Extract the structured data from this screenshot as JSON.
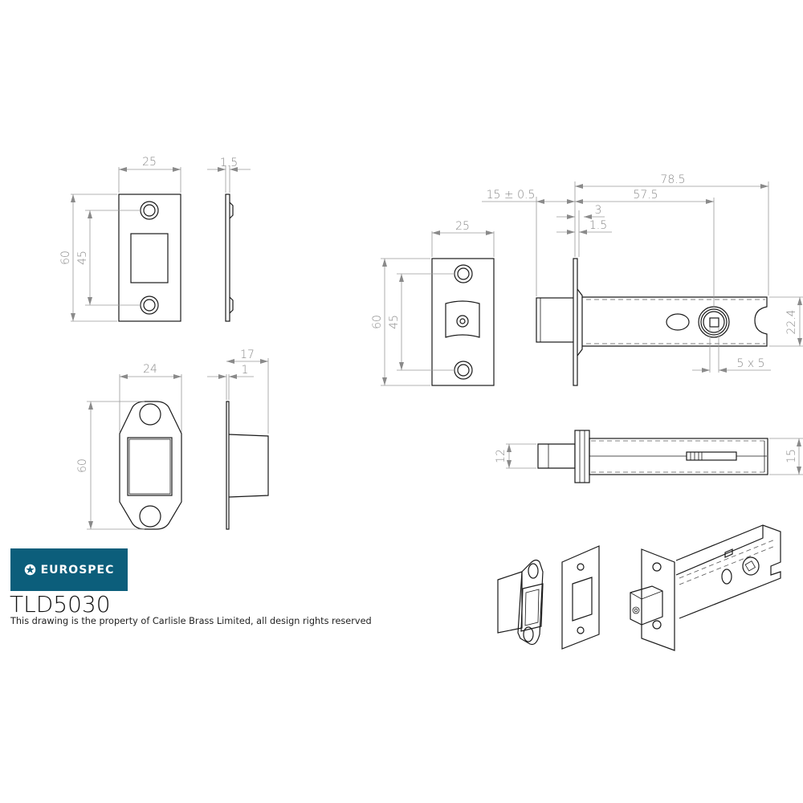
{
  "brand": {
    "name": "EUROSPEC",
    "logo_bg": "#0c5e7b",
    "icon": "star-in-circle-icon"
  },
  "product": {
    "code": "TLD5030",
    "rights_notice": "This drawing is the property of Carlisle Brass Limited, all design rights reserved"
  },
  "colors": {
    "outline": "#1a1a1a",
    "dimension": "#8a8a8a"
  },
  "views": {
    "strike_plate": {
      "label": "flat strike plate (front + side)",
      "dims": {
        "width": "25",
        "thickness": "1.5",
        "height": "60",
        "hole_centres": "45"
      }
    },
    "box_keep": {
      "label": "box keep (front + side)",
      "dims": {
        "width": "24",
        "depth": "17",
        "flange": "1",
        "height": "60"
      }
    },
    "latch_forend": {
      "label": "latch forend front view",
      "dims": {
        "width": "25",
        "height": "60",
        "hole_centres": "45"
      }
    },
    "latch_side": {
      "label": "latch body side view",
      "dims": {
        "overall_length": "78.5",
        "backset": "57.5",
        "bolt_projection": "15 ± 0.5",
        "forend_thickness": "3",
        "plate_thickness": "1.5",
        "body_height": "22.4",
        "spindle": "5 x 5"
      }
    },
    "latch_top": {
      "label": "latch body top view",
      "dims": {
        "bolt_height": "12",
        "body_width": "15"
      }
    },
    "isometric": {
      "label": "isometric assembly view",
      "parts": [
        "box keep",
        "strike plate",
        "tubular latch"
      ]
    }
  }
}
